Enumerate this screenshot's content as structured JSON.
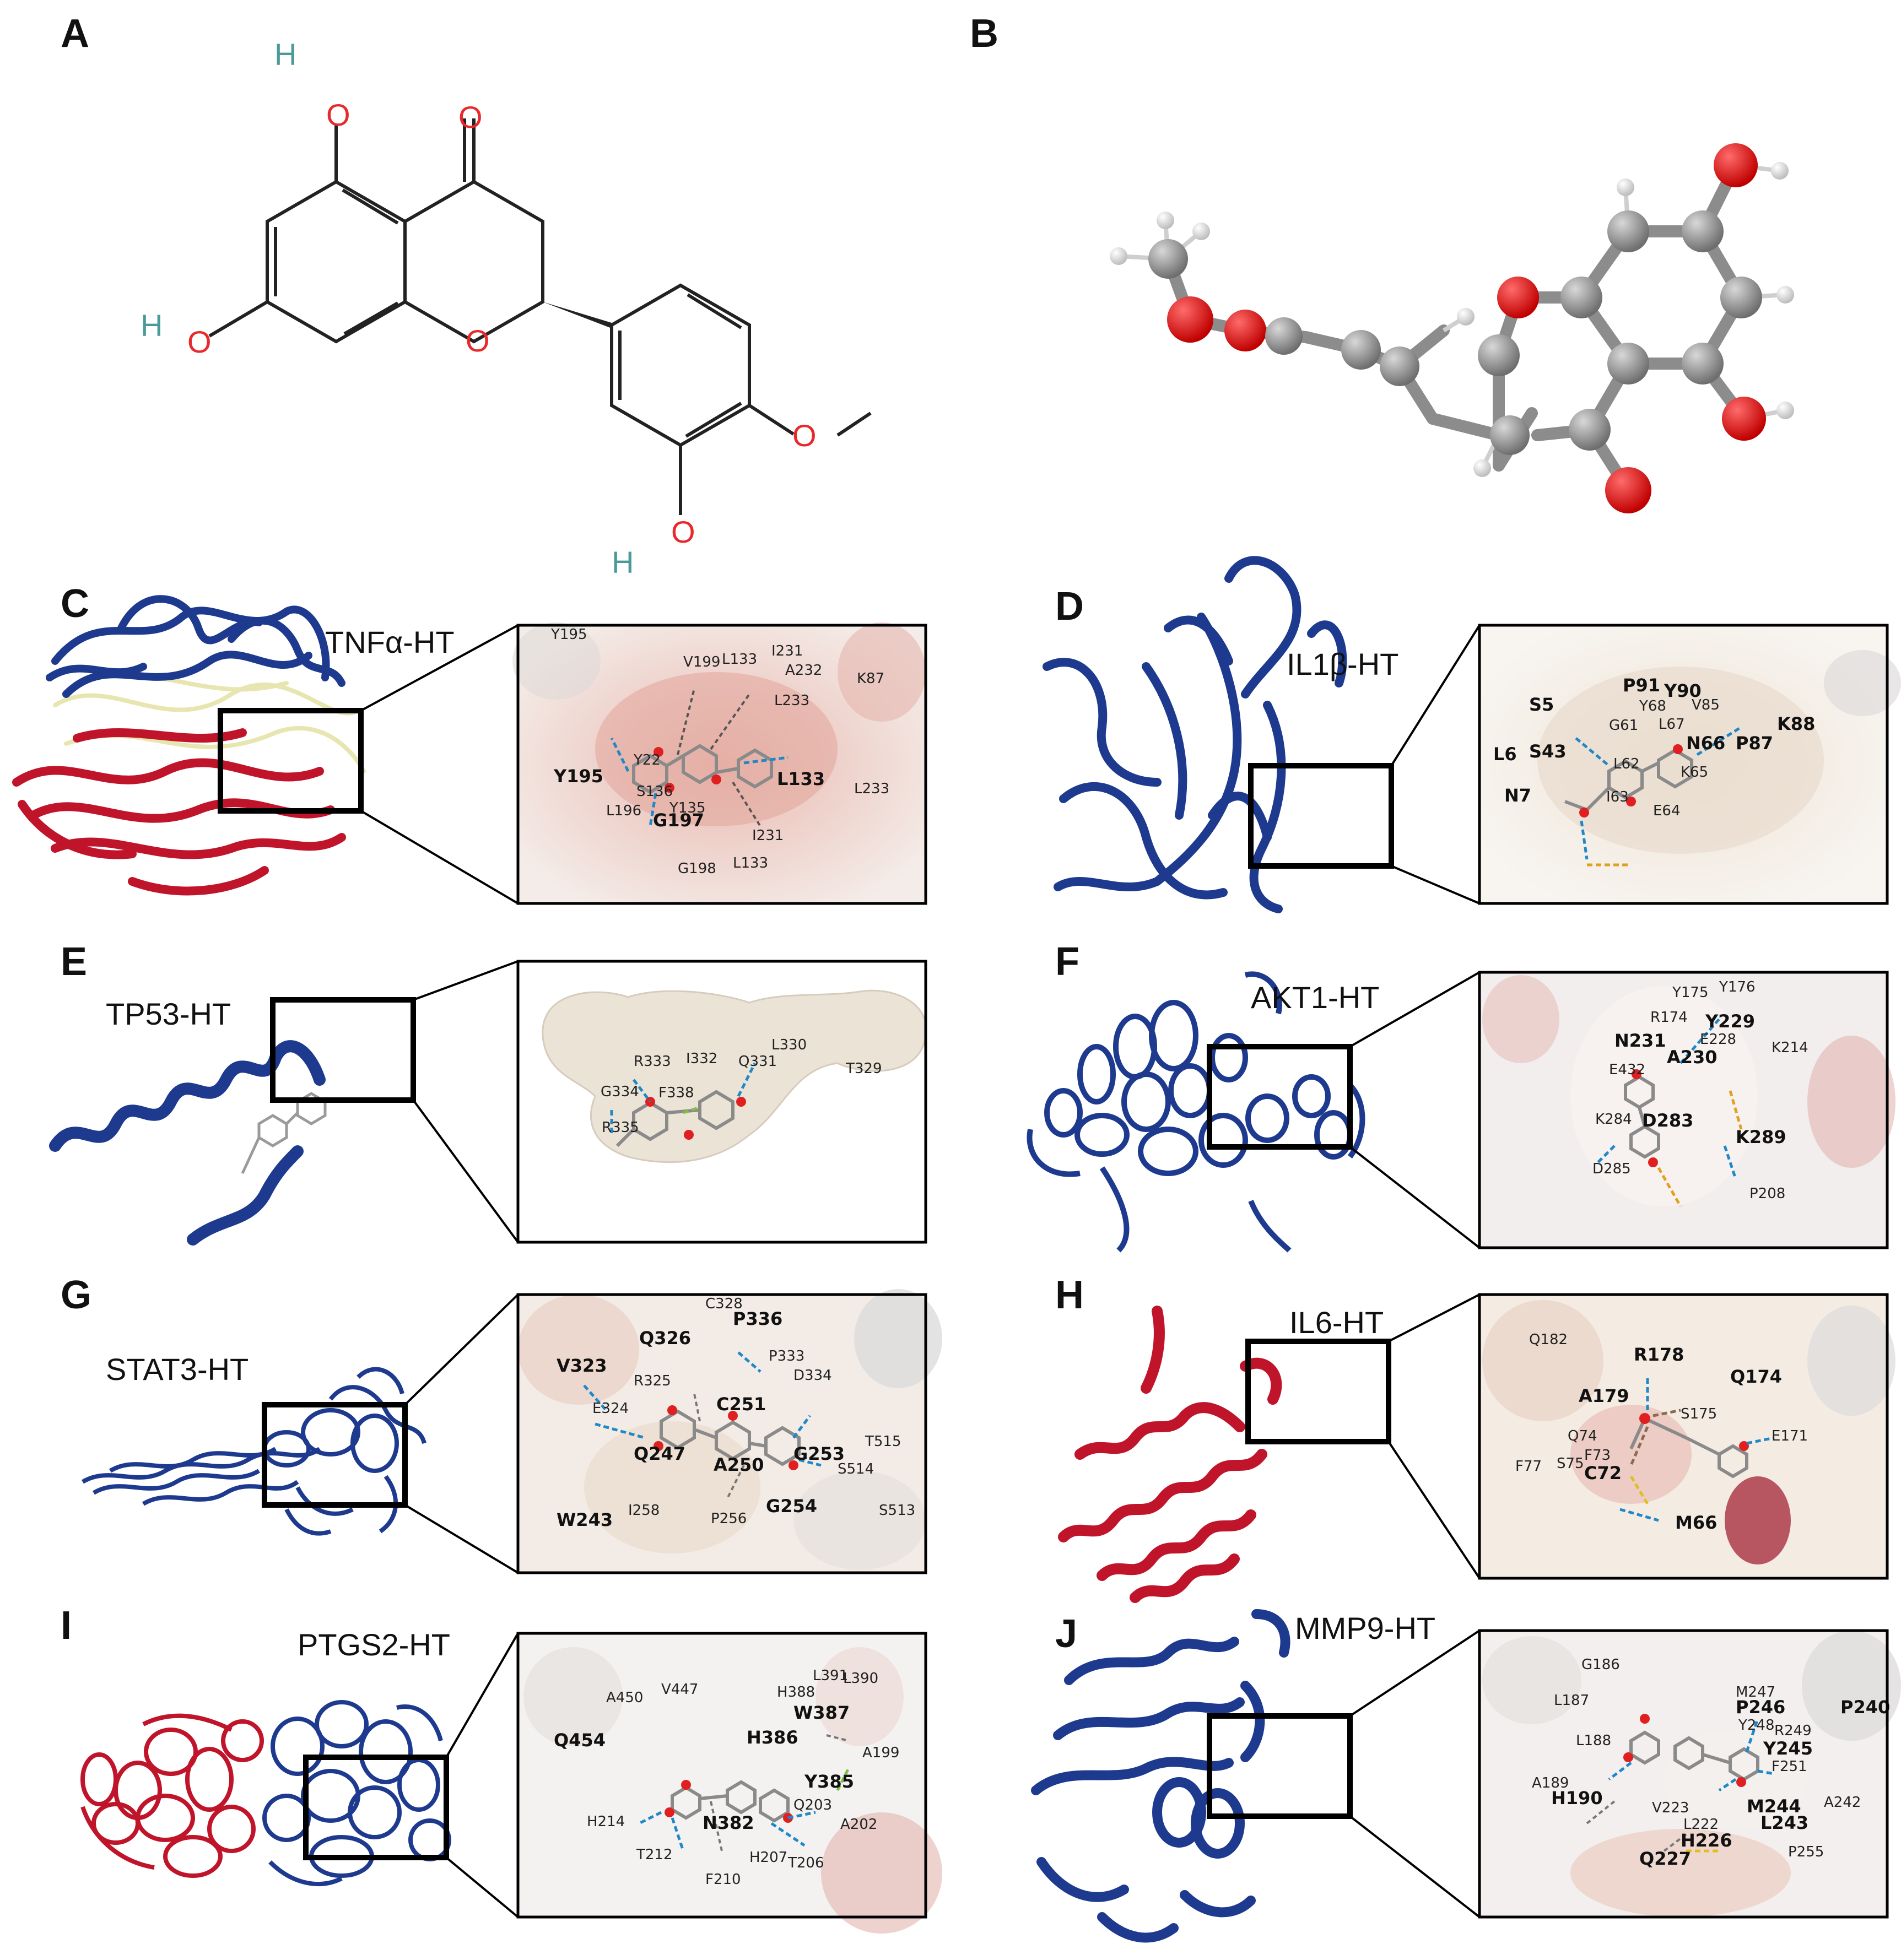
{
  "panel_letters": [
    "A",
    "B",
    "C",
    "D",
    "E",
    "F",
    "G",
    "H",
    "I",
    "J"
  ],
  "molecule_atoms": {
    "o": "O",
    "h": "H"
  },
  "panels": {
    "C": {
      "title": "TNFα-HT",
      "residues": [
        "Y195",
        "V199",
        "L133",
        "I231",
        "A232",
        "K87",
        "Y195",
        "L233",
        "Y22",
        "S136",
        "L133",
        "L233",
        "L196",
        "G197",
        "Y135",
        "I231",
        "G198",
        "L133"
      ]
    },
    "D": {
      "title": "IL1β-HT",
      "residues": [
        "S5",
        "P91",
        "Y90",
        "Y68",
        "L67",
        "V85",
        "K88",
        "L6",
        "S43",
        "G61",
        "N66",
        "P87",
        "L62",
        "K65",
        "N7",
        "I63",
        "E64"
      ]
    },
    "E": {
      "title": "TP53-HT",
      "residues": [
        "R333",
        "I332",
        "Q331",
        "L330",
        "T329",
        "G334",
        "F338",
        "R335"
      ]
    },
    "F": {
      "title": "AKT1-HT",
      "residues": [
        "Y175",
        "Y176",
        "R174",
        "Y229",
        "E228",
        "N231",
        "K214",
        "E432",
        "A230",
        "K284",
        "D283",
        "K289",
        "D285",
        "P208"
      ]
    },
    "G": {
      "title": "STAT3-HT",
      "residues": [
        "C328",
        "P336",
        "Q326",
        "P333",
        "V323",
        "R325",
        "D334",
        "E324",
        "C251",
        "Q247",
        "G253",
        "T515",
        "A250",
        "S514",
        "W243",
        "I258",
        "G254",
        "P256",
        "S513"
      ]
    },
    "H": {
      "title": "IL6-HT",
      "residues": [
        "Q182",
        "R178",
        "Q174",
        "A179",
        "S175",
        "Q74",
        "E171",
        "F77",
        "S75",
        "F73",
        "C72",
        "M66"
      ]
    },
    "I": {
      "title": "PTGS2-HT",
      "residues": [
        "A450",
        "V447",
        "L391",
        "L390",
        "H388",
        "W387",
        "Q454",
        "H386",
        "A199",
        "Y385",
        "Q203",
        "H214",
        "N382",
        "A202",
        "T212",
        "H207",
        "T206",
        "F210"
      ]
    },
    "J": {
      "title": "MMP9-HT",
      "residues": [
        "G186",
        "M247",
        "P246",
        "L187",
        "Y248",
        "R249",
        "P240",
        "L188",
        "Y245",
        "A189",
        "F251",
        "H190",
        "V223",
        "M244",
        "A242",
        "L222",
        "L243",
        "H226",
        "Q227",
        "P255"
      ]
    }
  }
}
